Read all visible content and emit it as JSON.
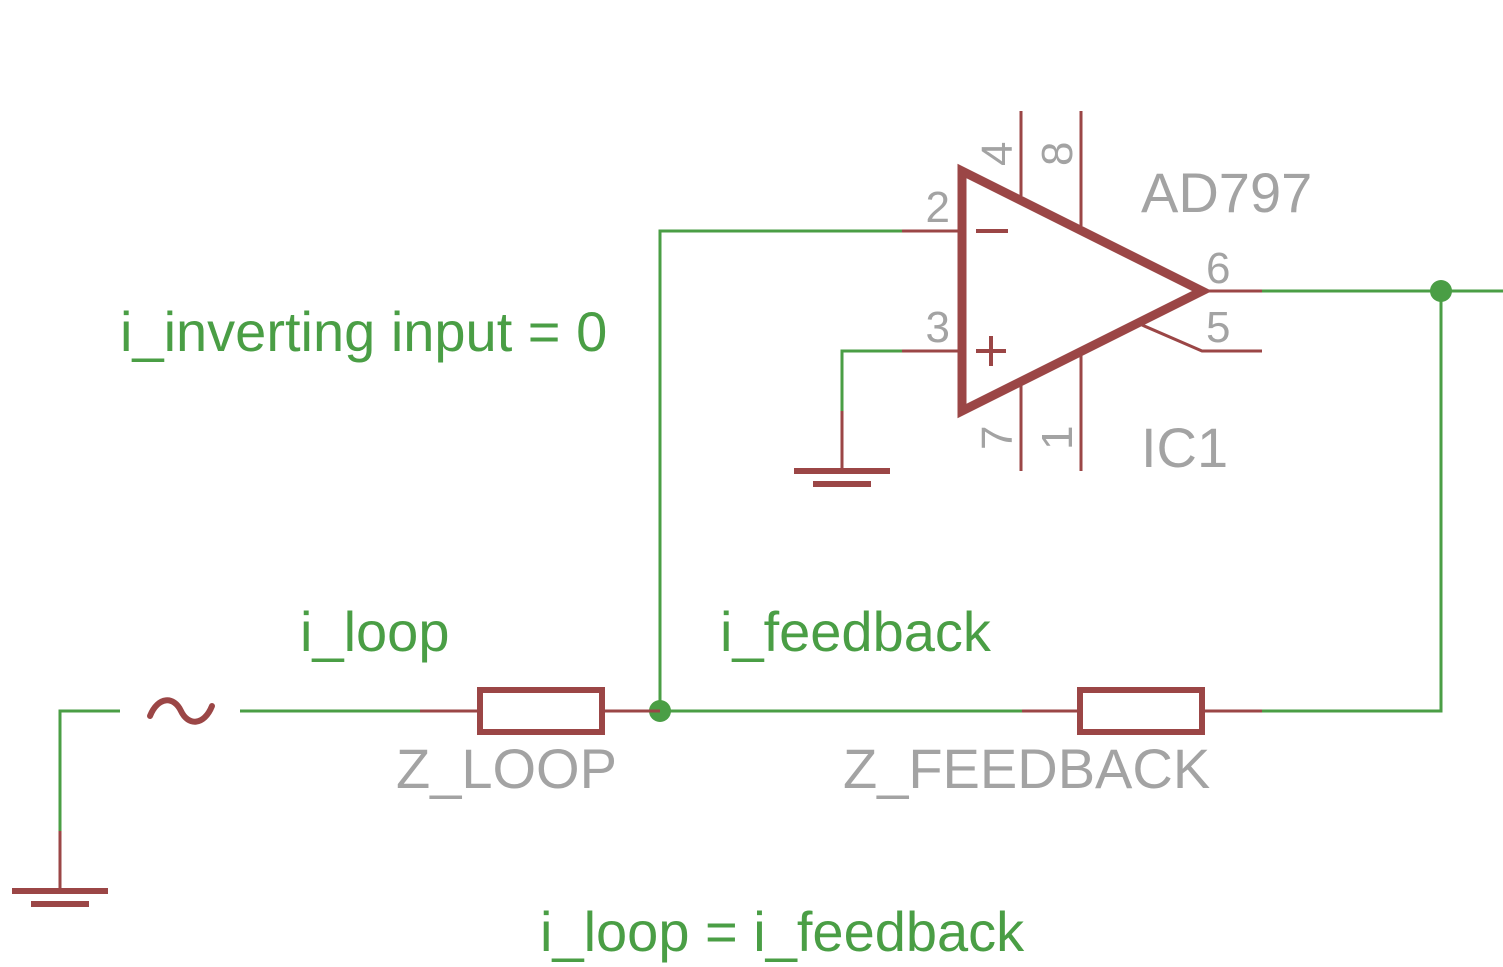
{
  "colors": {
    "wire": "#4a9e45",
    "symbol": "#9b4646",
    "label": "#a3a3a3",
    "annotation": "#4a9e45",
    "background": "#ffffff"
  },
  "opamp": {
    "part": "AD797",
    "name": "IC1",
    "pins": {
      "inverting": "2",
      "non_inverting": "3",
      "output": "6",
      "pin5": "5",
      "pin4": "4",
      "pin8": "8",
      "pin7": "7",
      "pin1": "1"
    },
    "minus_sign": "−",
    "plus_sign": "+"
  },
  "components": {
    "z_loop": "Z_LOOP",
    "z_feedback": "Z_FEEDBACK",
    "source_symbol": "~"
  },
  "annotations": {
    "inverting_input": "i_inverting input = 0",
    "i_loop": "i_loop",
    "i_feedback": "i_feedback",
    "equation": "i_loop = i_feedback"
  }
}
